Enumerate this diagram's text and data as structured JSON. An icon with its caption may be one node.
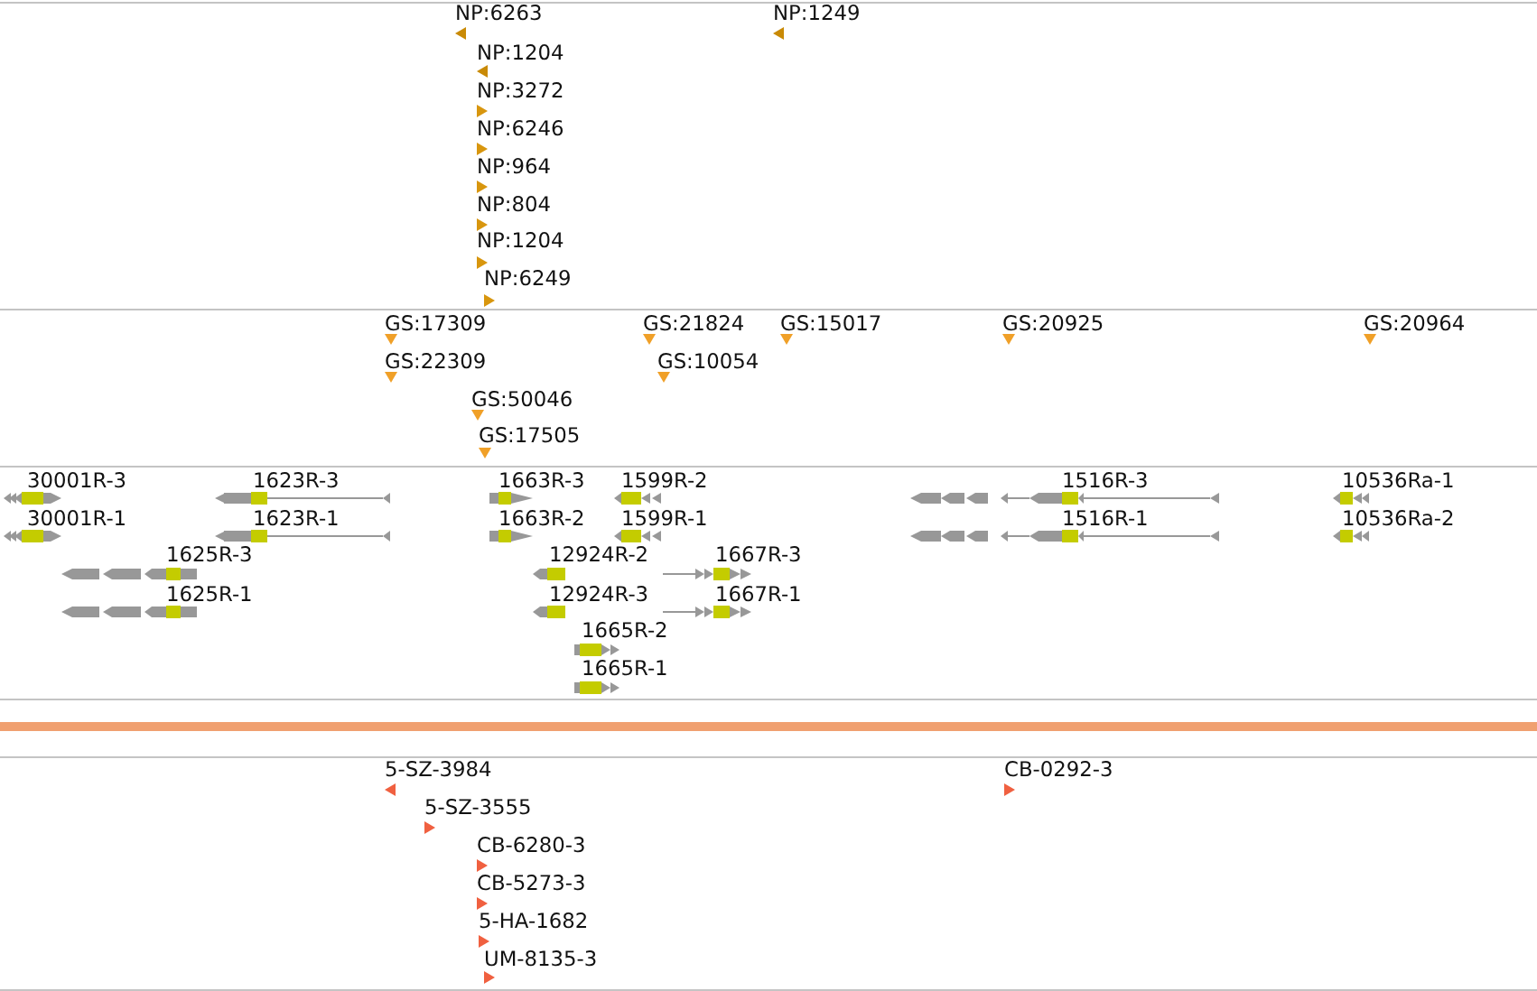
{
  "diagram": {
    "labels": [
      "NP:6263",
      "NP:1249",
      "NP:1204",
      "NP:3272",
      "NP:6246",
      "NP:964",
      "NP:804",
      "NP:1204",
      "NP:6249",
      "GS:17309",
      "GS:21824",
      "GS:15017",
      "GS:20925",
      "GS:20964",
      "GS:22309",
      "GS:10054",
      "GS:50046",
      "GS:17505",
      "30001R-3",
      "1623R-3",
      "1663R-3",
      "1599R-2",
      "1516R-3",
      "10536Ra-1",
      "30001R-1",
      "1623R-1",
      "1663R-2",
      "1599R-1",
      "1516R-1",
      "10536Ra-2",
      "1625R-3",
      "12924R-2",
      "1667R-3",
      "1625R-1",
      "12924R-3",
      "1667R-1",
      "1665R-2",
      "1665R-1",
      "5-SZ-3984",
      "CB-0292-3",
      "5-SZ-3555",
      "CB-6280-3",
      "CB-5273-3",
      "5-HA-1682",
      "UM-8135-3"
    ]
  }
}
